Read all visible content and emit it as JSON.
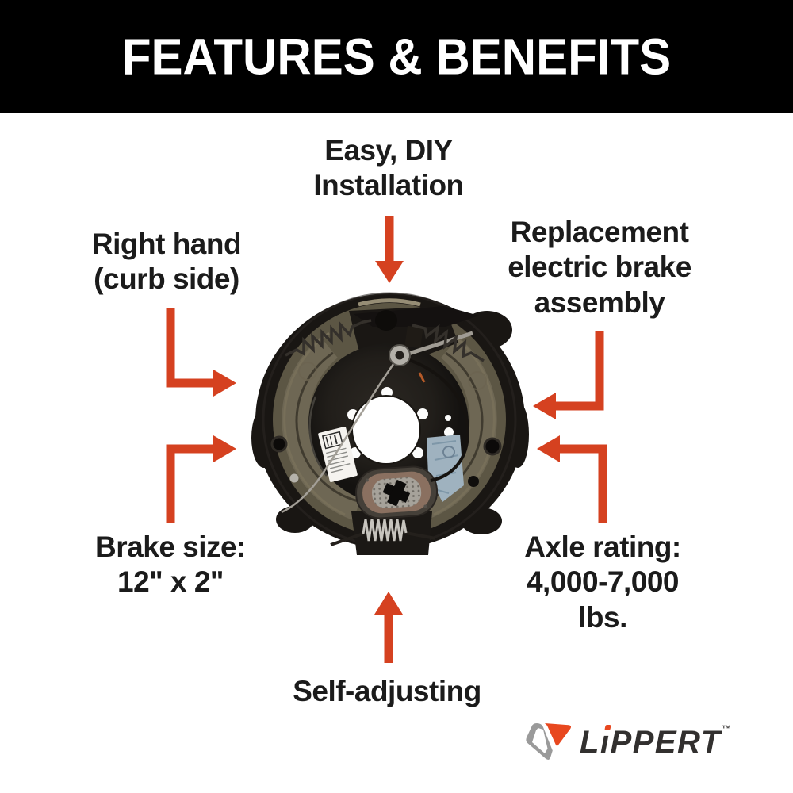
{
  "header": {
    "title": "FEATURES & BENEFITS"
  },
  "callouts": [
    {
      "id": "easy-diy-installation",
      "text": "Easy, DIY\nInstallation",
      "arrow": "down"
    },
    {
      "id": "right-hand",
      "text": "Right hand\n(curb side)",
      "arrow": "elbow-down-right"
    },
    {
      "id": "replacement-assembly",
      "text": "Replacement\nelectric brake\nassembly",
      "arrow": "elbow-down-left"
    },
    {
      "id": "brake-size",
      "text": "Brake size:\n12\" x 2\"",
      "arrow": "elbow-up-right"
    },
    {
      "id": "axle-rating",
      "text": "Axle rating:\n4,000-7,000\nlbs.",
      "arrow": "elbow-up-left"
    },
    {
      "id": "self-adjusting",
      "text": "Self-adjusting",
      "arrow": "up"
    }
  ],
  "image": {
    "name": "electric-trailer-brake-assembly-photo"
  },
  "logo": {
    "brand": "LIPPERT",
    "display_l": "L",
    "display_i": "ı",
    "display_rest": "PPERT",
    "trademark": "™"
  },
  "colors": {
    "arrow-red": "#d54120",
    "header-bg": "#000000",
    "header-text": "#ffffff",
    "label-text": "#1b1b1b",
    "logo-red": "#e8481f",
    "logo-gray": "#9a9a9a",
    "logo-text": "#32302f"
  }
}
